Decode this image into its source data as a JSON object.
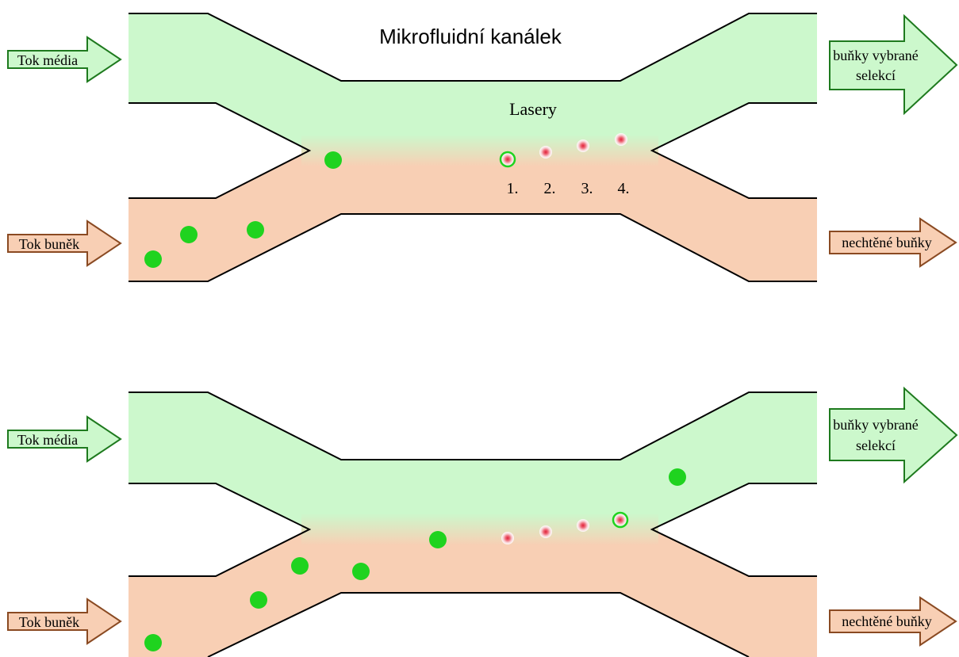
{
  "title": "Mikrofluidní kanálek",
  "lasers_label": "Lasery",
  "laser_numbers": [
    "1.",
    "2.",
    "3.",
    "4."
  ],
  "labels": {
    "media_in": "Tok média",
    "cells_in": "Tok buněk",
    "selected_out_line1": "buňky vybrané",
    "selected_out_line2": "selekcí",
    "unwanted_out": "nechtěné buňky"
  },
  "colors": {
    "media": "#ccf8cc",
    "cells": "#f8cfb4",
    "cell": "#1fd31f",
    "laser": "#e0203a",
    "media_arrow": "#1e7a1e",
    "cells_arrow": "#8a4a22"
  }
}
